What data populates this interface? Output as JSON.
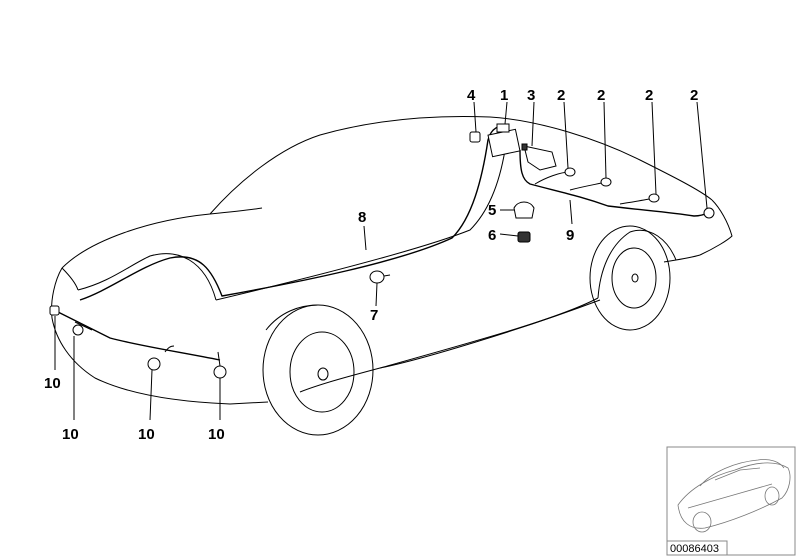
{
  "callouts": {
    "c1": "1",
    "c2a": "2",
    "c2b": "2",
    "c2c": "2",
    "c2d": "2",
    "c3": "3",
    "c4": "4",
    "c5": "5",
    "c6": "6",
    "c7": "7",
    "c8": "8",
    "c9": "9",
    "c10a": "10",
    "c10b": "10",
    "c10c": "10",
    "c10d": "10"
  },
  "thumbnail": {
    "code": "00086403"
  }
}
